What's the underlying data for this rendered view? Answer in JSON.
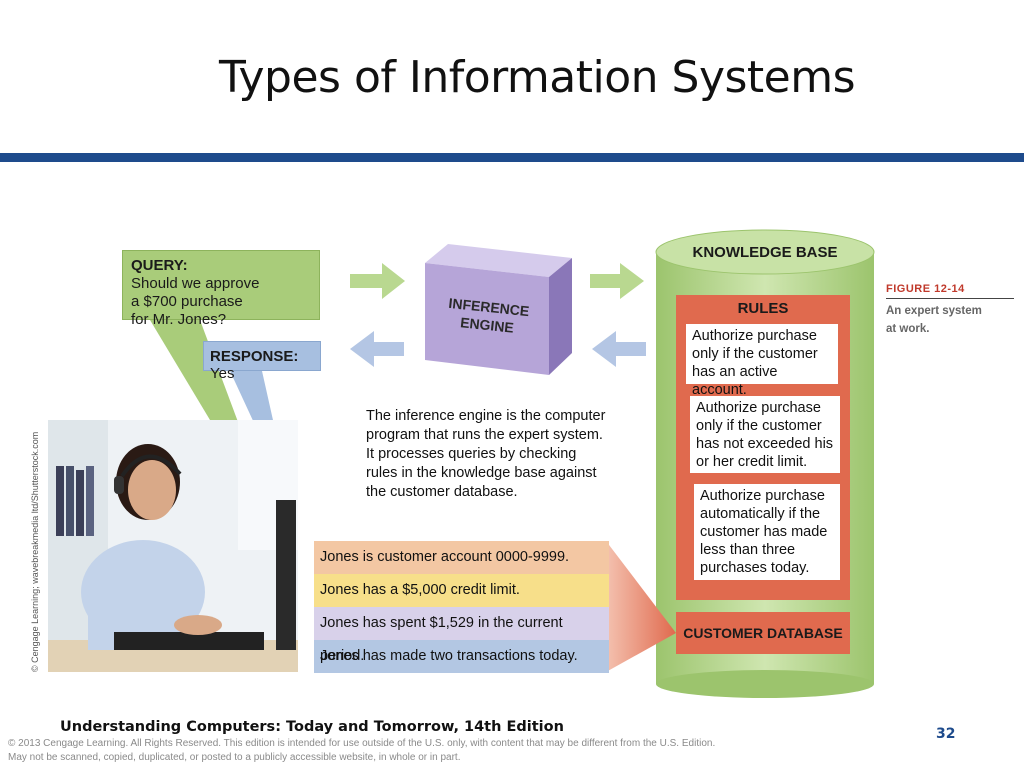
{
  "slide": {
    "title": "Types of Information Systems",
    "footer_book": "Understanding Computers: Today and Tomorrow, 14th Edition",
    "page_number": "32",
    "copyright_line1": "© 2013 Cengage Learning. All Rights Reserved. This edition is intended for use outside of the U.S. only, with content that may be different from the U.S. Edition.",
    "copyright_line2": "May not be scanned, copied, duplicated, or posted to a publicly accessible website, in whole or in part."
  },
  "figure": {
    "number": "FIGURE 12-14",
    "caption_line1": "An expert system",
    "caption_line2": "at work.",
    "photo_credit": "© Cengage Learning; wavebreakmedia ltd/Shutterstock.com"
  },
  "query": {
    "label": "QUERY:",
    "text": "Should we approve a $700 purchase for Mr. Jones?"
  },
  "response": {
    "label": "RESPONSE:",
    "text": "Yes"
  },
  "inference_engine": {
    "label_line1": "INFERENCE",
    "label_line2": "ENGINE",
    "note": "The inference engine is the computer program that runs the expert system. It processes queries by checking rules in the knowledge base against the customer database."
  },
  "knowledge_base": {
    "title": "KNOWLEDGE BASE",
    "rules_title": "RULES",
    "rules": [
      "Authorize purchase only if the customer has an active account.",
      "Authorize purchase only if the customer has not exceeded his or her credit limit.",
      "Authorize purchase automatically if the customer has made less than three purchases today."
    ],
    "customer_db_label": "CUSTOMER DATABASE"
  },
  "customer_facts": [
    "Jones is customer account 0000-9999.",
    "Jones has a $5,000 credit limit.",
    "Jones has spent $1,529 in the current period.",
    "Jones has made two transactions today."
  ],
  "colors": {
    "accent_blue": "#1e4b8c",
    "query_green": "#a9cc7a",
    "response_blue": "#a7bfe0",
    "rules_red": "#e06a4e",
    "cylinder_green": "#b5d68f",
    "engine_purple": "#b6a5d8",
    "figure_red": "#c0392b"
  }
}
